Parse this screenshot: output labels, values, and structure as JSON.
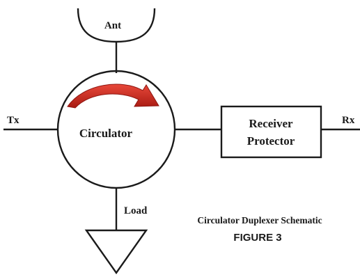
{
  "labels": {
    "antenna": "Ant",
    "transmit": "Tx",
    "receive": "Rx",
    "circulator": "Circulator",
    "receiver_protector_line1": "Receiver",
    "receiver_protector_line2": "Protector",
    "load": "Load"
  },
  "caption": {
    "title": "Circulator Duplexer Schematic",
    "figure": "FIGURE 3"
  },
  "colors": {
    "line": "#1a1a1a",
    "arrow": "#d42a1e",
    "arrow_dark": "#8e1510",
    "background": "#ffffff"
  }
}
